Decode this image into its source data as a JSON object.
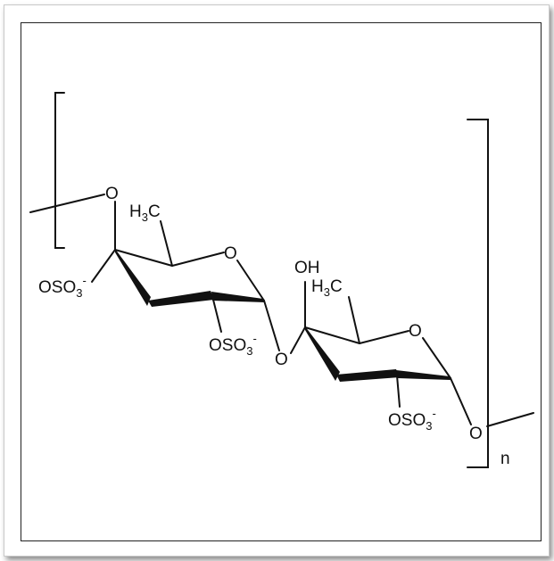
{
  "labels": {
    "o_top_left": "O",
    "h3c_1": {
      "h": "H",
      "n": "3",
      "c": "C"
    },
    "ring_o_1": "O",
    "oso3_left": {
      "base": "OSO",
      "n": "3",
      "charge": "-"
    },
    "oso3_mid": {
      "base": "OSO",
      "n": "3",
      "charge": "-"
    },
    "o_bridge": "O",
    "oh": "OH",
    "h3c_2": {
      "h": "H",
      "n": "3",
      "c": "C"
    },
    "ring_o_2": "O",
    "oso3_right": {
      "base": "OSO",
      "n": "3",
      "charge": "-"
    },
    "o_right": "O",
    "n_subscript": "n"
  }
}
